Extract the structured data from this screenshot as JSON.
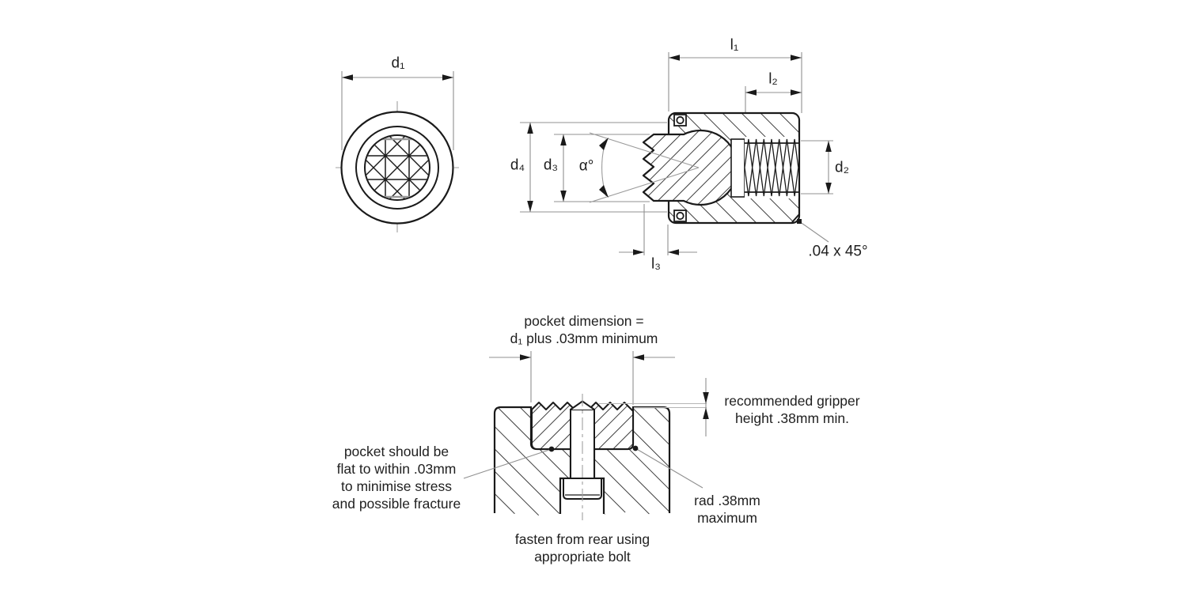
{
  "drawing": {
    "type": "technical-drawing",
    "colors": {
      "object_line": "#1a1a1a",
      "dimension_line": "#909090",
      "text": "#1f1f1f",
      "background": "#ffffff"
    },
    "front_view": {
      "d1_label": "d₁"
    },
    "side_view": {
      "l1_label": "l₁",
      "l2_label": "l₂",
      "l3_label": "l₃",
      "d2_label": "d₂",
      "d3_label": "d₃",
      "d4_label": "d₄",
      "alpha_label": "α°",
      "chamfer_note": ".04 x 45°"
    },
    "install_view": {
      "pocket_note_line1": "pocket dimension =",
      "pocket_note_line2": "d₁ plus .03mm minimum",
      "height_note_line1": "recommended gripper",
      "height_note_line2": "height .38mm min.",
      "flatness_note_line1": "pocket should be",
      "flatness_note_line2": "flat to within .03mm",
      "flatness_note_line3": "to minimise stress",
      "flatness_note_line4": "and possible fracture",
      "radius_note_line1": "rad .38mm",
      "radius_note_line2": "maximum",
      "fasten_note_line1": "fasten from rear using",
      "fasten_note_line2": "appropriate bolt"
    }
  }
}
